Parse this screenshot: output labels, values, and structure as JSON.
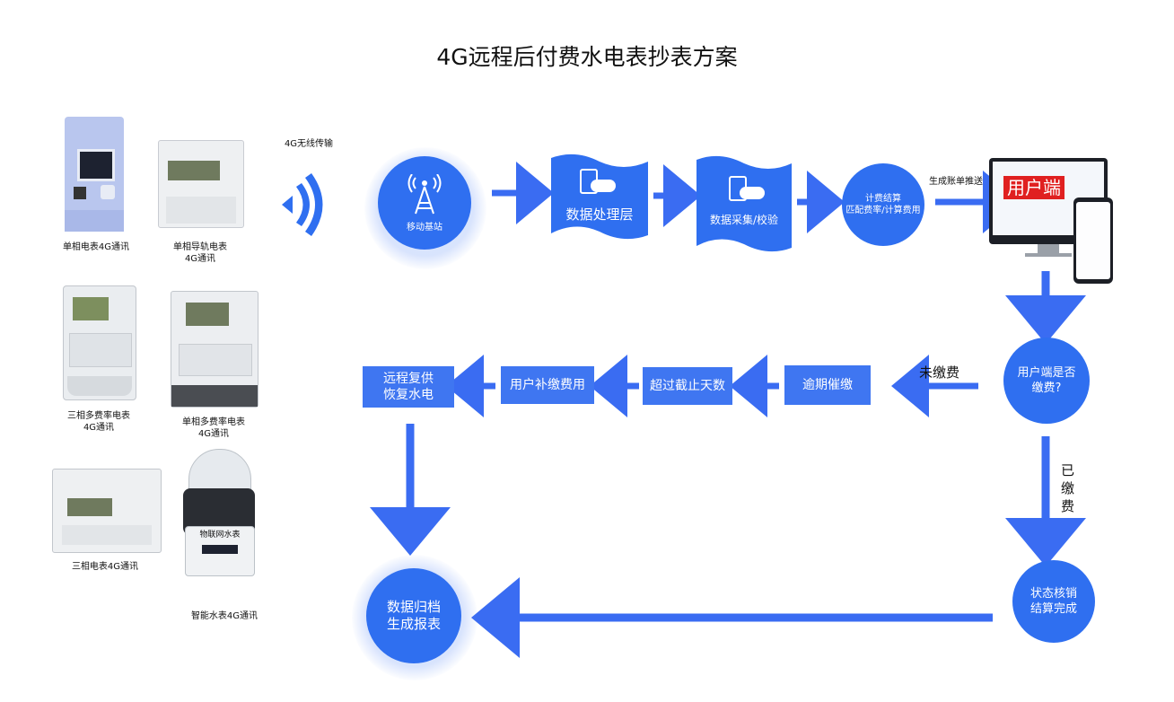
{
  "title": "4G远程后付费水电表抄表方案",
  "devices": {
    "meter1": "单相电表4G通讯",
    "meter2": "单相导轨电表\n4G通讯",
    "meter3": "三相多费率电表\n4G通讯",
    "meter4": "单相多费率电表\n4G通讯",
    "meter5": "三相电表4G通讯",
    "meter6": "智能水表4G通讯",
    "water_meter_face": "物联网水表"
  },
  "flow": {
    "wireless_label": "4G无线传输",
    "base_station": "移动基站",
    "data_processing": "数据处理层",
    "data_collection": "数据采集/校验",
    "billing": "计费结算\n匹配费率/计算费用",
    "bill_push_label": "生成账单推送",
    "user_end": "用户端",
    "paid_question": "用户端是否\n缴费?",
    "unpaid_label": "未缴费",
    "paid_label": "已\n缴\n费",
    "overdue": "逾期催缴",
    "over_days": "超过截止天数",
    "user_pay": "用户补缴费用",
    "restore": "远程复供\n恢复水电",
    "status_writeoff": "状态核销\n结算完成",
    "archive": "数据归档\n生成报表"
  },
  "colors": {
    "accent": "#2f6ff0",
    "user_end_bg": "#e02020"
  }
}
